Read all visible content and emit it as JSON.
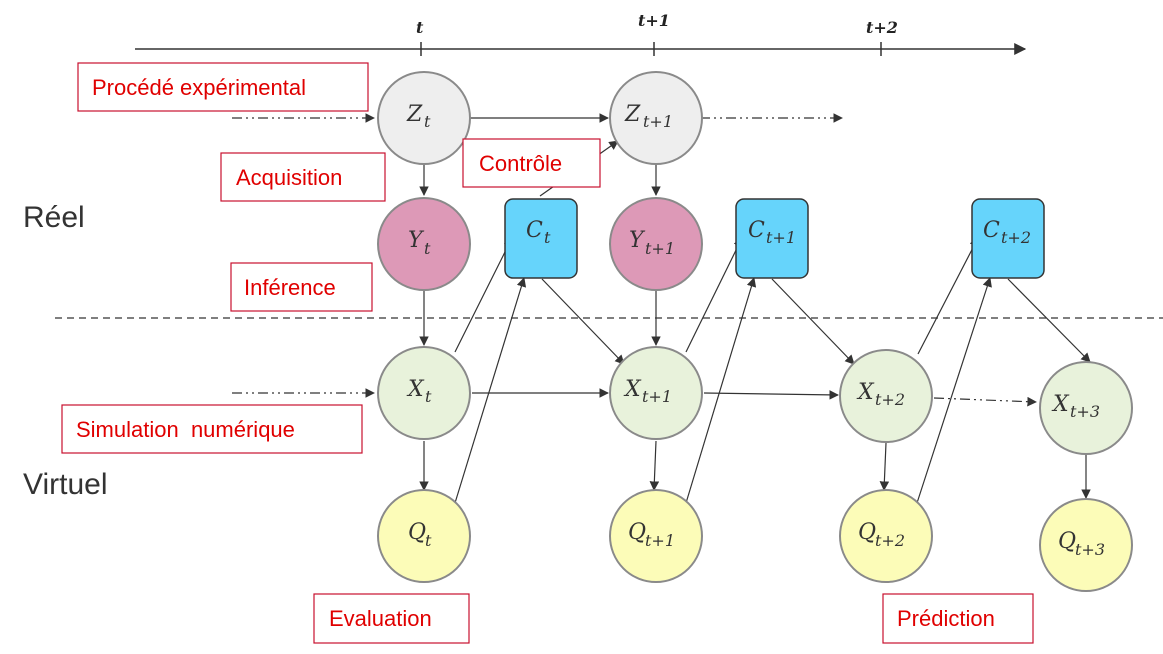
{
  "timeline": {
    "ticks": [
      {
        "label": "t"
      },
      {
        "label": "t+1"
      },
      {
        "label": "t+2"
      }
    ]
  },
  "zones": {
    "real": "Réel",
    "virtual": "Virtuel"
  },
  "callouts": {
    "process": "Procédé expérimental",
    "acquisition": "Acquisition",
    "control": "Contrôle",
    "inference": "Inférence",
    "simulation": "Simulation  numérique",
    "evaluation": "Evaluation",
    "prediction": "Prédiction"
  },
  "nodes": {
    "z_t": {
      "var": "Z",
      "sub": "t",
      "color": "#eeeeee"
    },
    "z_t1": {
      "var": "Z",
      "sub": "t+1",
      "color": "#eeeeee"
    },
    "y_t": {
      "var": "Y",
      "sub": "t",
      "color": "#dd99b7"
    },
    "y_t1": {
      "var": "Y",
      "sub": "t+1",
      "color": "#dd99b7"
    },
    "c_t": {
      "var": "C",
      "sub": "t",
      "color": "#66d4fb"
    },
    "c_t1": {
      "var": "C",
      "sub": "t+1",
      "color": "#66d4fb"
    },
    "c_t2": {
      "var": "C",
      "sub": "t+2",
      "color": "#66d4fb"
    },
    "x_t": {
      "var": "X",
      "sub": "t",
      "color": "#e8f2db"
    },
    "x_t1": {
      "var": "X",
      "sub": "t+1",
      "color": "#e8f2db"
    },
    "x_t2": {
      "var": "X",
      "sub": "t+2",
      "color": "#e8f2db"
    },
    "x_t3": {
      "var": "X",
      "sub": "t+3",
      "color": "#e8f2db"
    },
    "q_t": {
      "var": "Q",
      "sub": "t",
      "color": "#fcfcb8"
    },
    "q_t1": {
      "var": "Q",
      "sub": "t+1",
      "color": "#fcfcb8"
    },
    "q_t2": {
      "var": "Q",
      "sub": "t+2",
      "color": "#fcfcb8"
    },
    "q_t3": {
      "var": "Q",
      "sub": "t+3",
      "color": "#fcfcb8"
    }
  }
}
